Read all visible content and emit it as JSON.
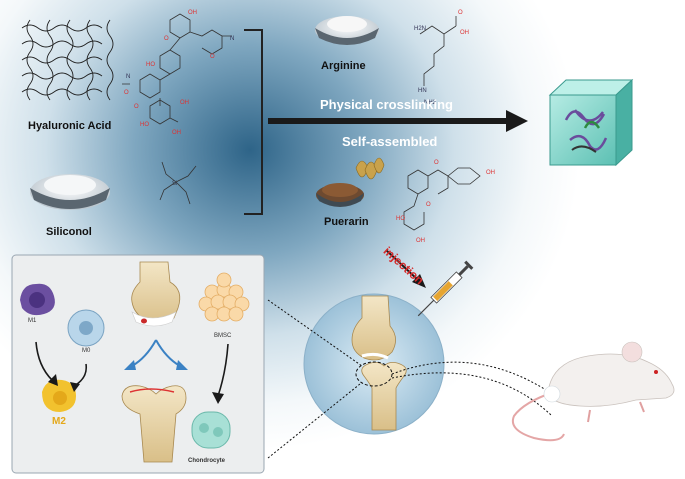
{
  "labels": {
    "hyaluronic_acid": "Hyaluronic Acid",
    "siliconol": "Siliconol",
    "arginine": "Arginine",
    "puerarin": "Puerarin",
    "physical_crosslinking": "Physical crosslinking",
    "self_assembled": "Self-assembled",
    "injection": "injection"
  },
  "panel": {
    "m1": "M1",
    "m0": "M0",
    "m2": "M2",
    "bmsc": "BMSC",
    "chondrocyte": "Chondrocyte"
  },
  "colors": {
    "arrow": "#1a1a1a",
    "injection": "#d42a2a",
    "m1": "#6b4fa0",
    "m0": "#b9d6ea",
    "m2": "#f2c22e",
    "hydrogel": "#7fd3c8"
  }
}
